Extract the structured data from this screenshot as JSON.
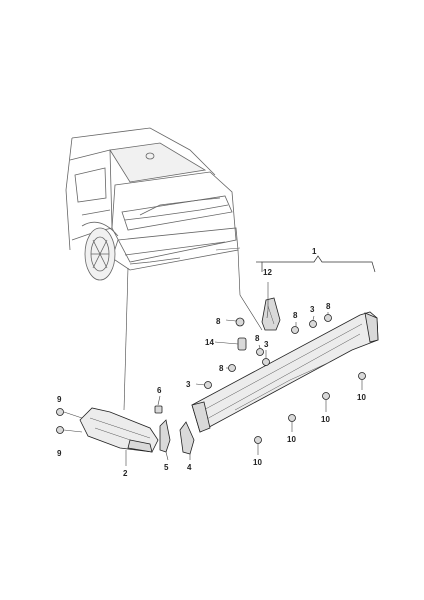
{
  "callouts": {
    "c1": "1",
    "c2": "2",
    "c3a": "3",
    "c3b": "3",
    "c3c": "3",
    "c4": "4",
    "c5": "5",
    "c6": "6",
    "c8a": "8",
    "c8b": "8",
    "c8c": "8",
    "c8d": "8",
    "c8e": "8",
    "c9a": "9",
    "c9b": "9",
    "c10a": "10",
    "c10b": "10",
    "c10c": "10",
    "c10d": "10",
    "c12": "12",
    "c14": "14"
  }
}
